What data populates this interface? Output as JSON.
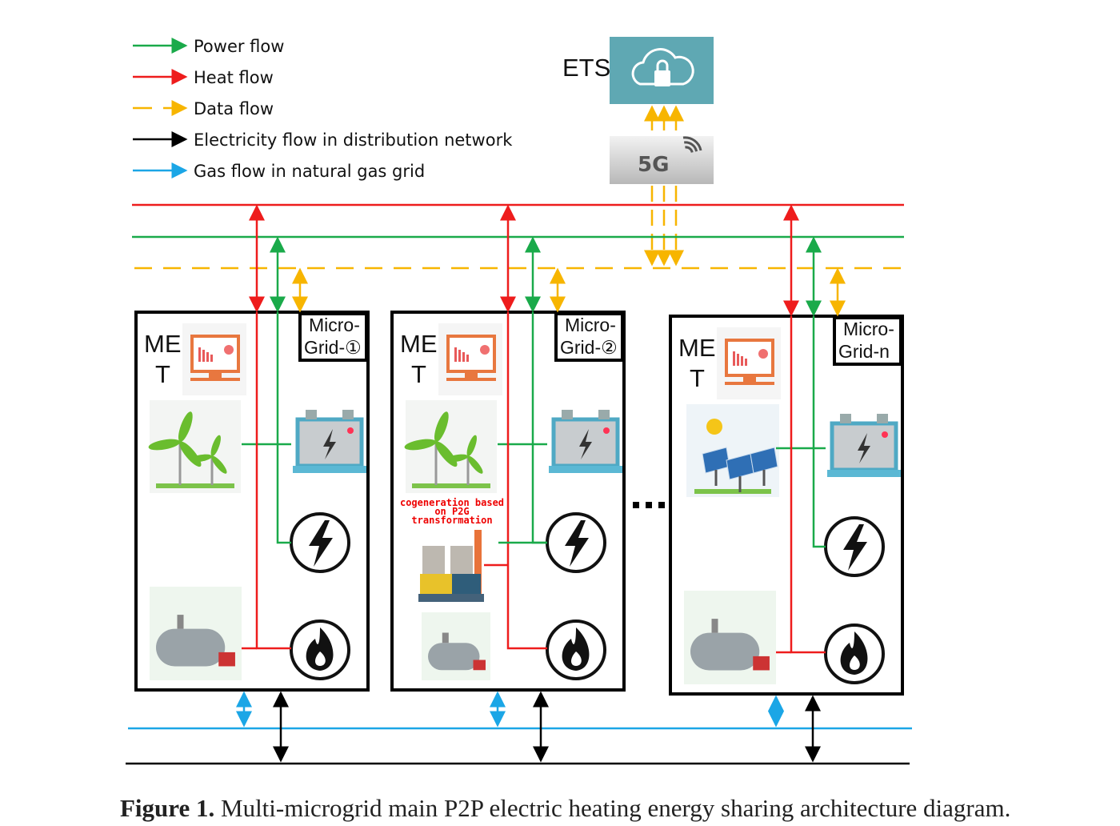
{
  "legend": [
    {
      "label": "Power flow",
      "color": "#1aaa4a",
      "dashed": false
    },
    {
      "label": "Heat flow",
      "color": "#ee1c1c",
      "dashed": false
    },
    {
      "label": "Data flow",
      "color": "#f7b500",
      "dashed": true
    },
    {
      "label": "Electricity flow in distribution network",
      "color": "#000000",
      "dashed": false
    },
    {
      "label": "Gas flow in natural gas grid",
      "color": "#1ba6e6",
      "dashed": false
    }
  ],
  "ets": {
    "label": "ETS",
    "color": "#5fa8b3"
  },
  "network": {
    "label": "5G"
  },
  "microgrids": [
    {
      "label_line1": "Micro-",
      "label_line2": "Grid-①",
      "met_line1": "ME",
      "met_line2": "T",
      "source": "wind-turbine"
    },
    {
      "label_line1": "Micro-",
      "label_line2": "Grid-②",
      "met_line1": "ME",
      "met_line2": "T",
      "source": "wind-turbine",
      "cogeneration": [
        "cogeneration based",
        "on P2G",
        "transformation"
      ]
    },
    {
      "label_line1": "Micro-",
      "label_line2": "Grid-n",
      "met_line1": "ME",
      "met_line2": "T",
      "source": "solar-panel"
    }
  ],
  "ellipsis": "...",
  "caption": {
    "label": "Figure 1.",
    "text": " Multi-microgrid main P2P electric heating energy sharing architecture diagram."
  }
}
